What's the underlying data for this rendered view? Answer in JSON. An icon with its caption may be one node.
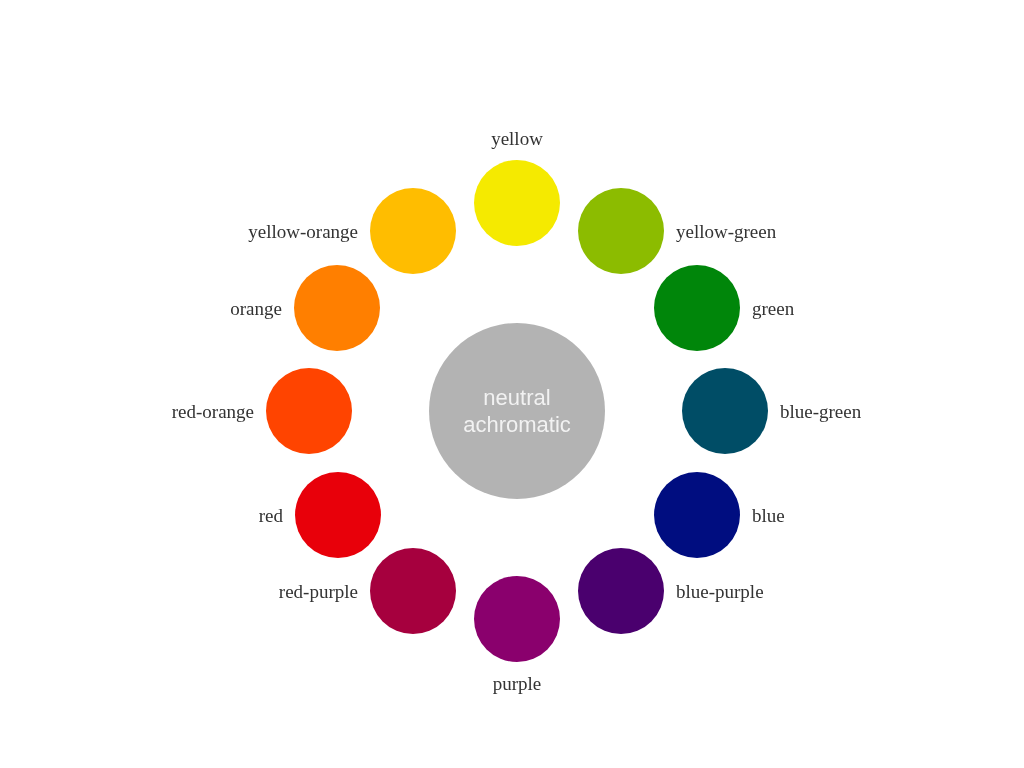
{
  "diagram": {
    "nodes": [
      {
        "text": [
          "neutral achromatic"
        ]
      },
      {
        "text": [
          "yellow"
        ]
      },
      {
        "text": [
          "yellow-green"
        ]
      },
      {
        "text": [
          "green"
        ]
      },
      {
        "text": [
          "blue-green"
        ]
      },
      {
        "text": [
          "blue"
        ]
      },
      {
        "text": [
          "blue-purple"
        ]
      },
      {
        "text": [
          "purple"
        ]
      },
      {
        "text": [
          "red-purple"
        ]
      },
      {
        "text": [
          "red"
        ]
      },
      {
        "text": [
          "red-orange"
        ]
      },
      {
        "text": [
          "orange"
        ]
      },
      {
        "text": [
          "yellow-orange"
        ]
      }
    ]
  }
}
